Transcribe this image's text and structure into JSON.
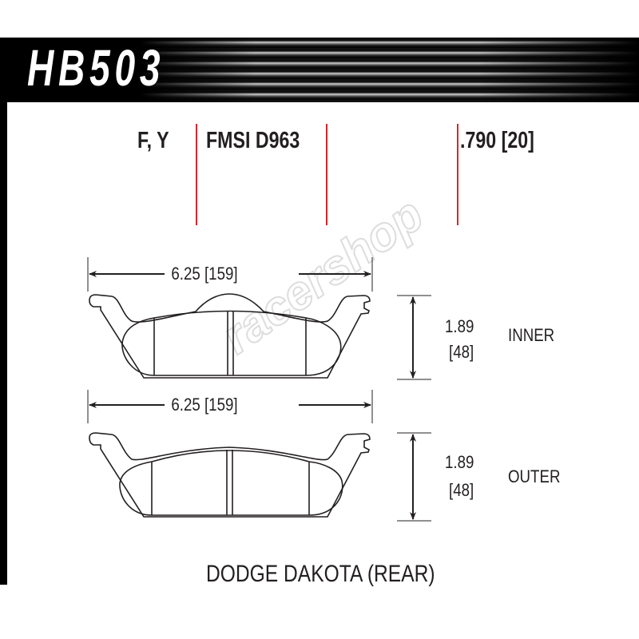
{
  "header": {
    "part_number": "HB503"
  },
  "specs": {
    "applications": "F, Y",
    "fmsi": "FMSI D963",
    "thickness": ".790 [20]"
  },
  "inner_pad": {
    "width": "6.25 [159]",
    "height_in": "1.89",
    "height_mm": "[48]",
    "label": "INNER"
  },
  "outer_pad": {
    "width": "6.25 [159]",
    "height_in": "1.89",
    "height_mm": "[48]",
    "label": "OUTER"
  },
  "vehicle": "DODGE DAKOTA (REAR)",
  "watermark": "racershop",
  "colors": {
    "header": "#000000",
    "divider": "#d7262e",
    "text": "#231f20"
  }
}
